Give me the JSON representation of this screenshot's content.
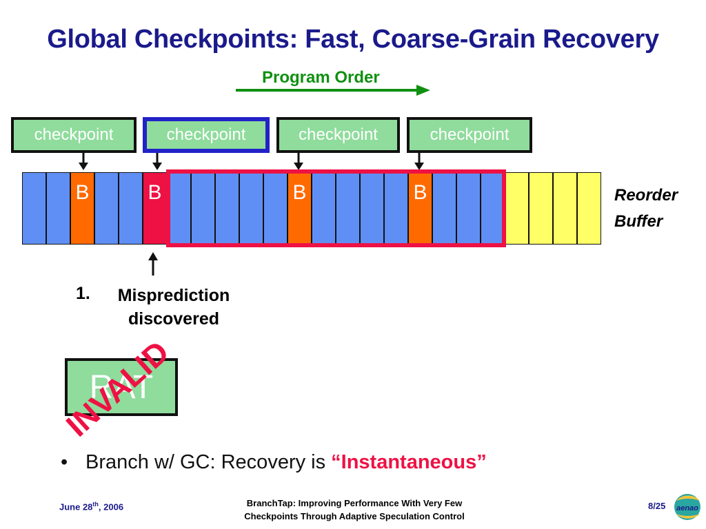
{
  "slide": {
    "title": "Global Checkpoints: Fast, Coarse-Grain Recovery",
    "program_order_label": "Program Order"
  },
  "checkpoints": [
    {
      "label": "checkpoint",
      "active": false
    },
    {
      "label": "checkpoint",
      "active": true
    },
    {
      "label": "checkpoint",
      "active": false
    },
    {
      "label": "checkpoint",
      "active": false
    }
  ],
  "reorder_buffer": {
    "label_line1": "Reorder",
    "label_line2": "Buffer",
    "cells": [
      {
        "type": "instr",
        "label": ""
      },
      {
        "type": "instr",
        "label": ""
      },
      {
        "type": "branch",
        "label": "B"
      },
      {
        "type": "instr",
        "label": ""
      },
      {
        "type": "instr",
        "label": ""
      },
      {
        "type": "mispredicted-branch",
        "label": "B"
      },
      {
        "type": "instr",
        "label": ""
      },
      {
        "type": "instr",
        "label": ""
      },
      {
        "type": "instr",
        "label": ""
      },
      {
        "type": "instr",
        "label": ""
      },
      {
        "type": "instr",
        "label": ""
      },
      {
        "type": "branch",
        "label": "B"
      },
      {
        "type": "instr",
        "label": ""
      },
      {
        "type": "instr",
        "label": ""
      },
      {
        "type": "instr",
        "label": ""
      },
      {
        "type": "instr",
        "label": ""
      },
      {
        "type": "branch",
        "label": "B"
      },
      {
        "type": "instr",
        "label": ""
      },
      {
        "type": "instr",
        "label": ""
      },
      {
        "type": "instr",
        "label": ""
      },
      {
        "type": "free",
        "label": ""
      },
      {
        "type": "free",
        "label": ""
      },
      {
        "type": "free",
        "label": ""
      },
      {
        "type": "free",
        "label": ""
      }
    ]
  },
  "event": {
    "number": "1.",
    "line1": "Misprediction",
    "line2": "discovered"
  },
  "rat": {
    "label": "RAT",
    "stamp": "INVALID"
  },
  "bullet": {
    "marker": "•",
    "text": "Branch w/ GC: Recovery is ",
    "emphasis": "“Instantaneous”"
  },
  "footer": {
    "date_prefix": "June 28",
    "date_sup": "th",
    "date_suffix": ", 2006",
    "title_line1": "BranchTap: Improving Performance With Very Few",
    "title_line2": "Checkpoints Through Adaptive Speculation Control",
    "page": "8/25",
    "logo_text": "aenao"
  },
  "colors": {
    "title": "#1a1a8c",
    "program_order": "#109010",
    "checkpoint_fill": "#8fdc9c",
    "checkpoint_active_border": "#2222c8",
    "instr": "#5f8ff5",
    "branch": "#ff6a00",
    "mispredicted_branch": "#ee1144",
    "free": "#ffff66",
    "highlight": "#ee1144"
  }
}
